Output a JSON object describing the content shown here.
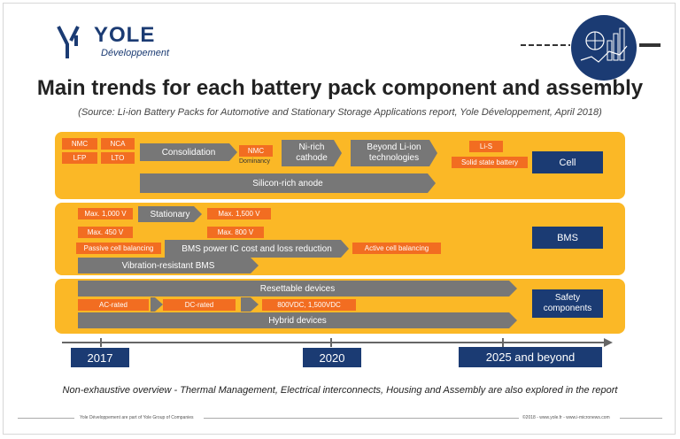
{
  "logo": {
    "name": "YOLE",
    "sub": "Développement"
  },
  "title": "Main trends for each battery pack component and assembly",
  "source": "(Source: Li-ion Battery Packs for Automotive and Stationary Storage Applications report, Yole Développement, April 2018)",
  "cell": {
    "label": "Cell",
    "nmc": "NMC",
    "nca": "NCA",
    "lfp": "LFP",
    "lto": "LTO",
    "consolidation": "Consolidation",
    "nmc2": "NMC",
    "dominancy": "Dominancy",
    "nirich1": "Ni-rich",
    "nirich2": "cathode",
    "beyond1": "Beyond Li-ion",
    "beyond2": "technologies",
    "lis": "Li-S",
    "solid": "Solid state battery",
    "silicon": "Silicon-rich anode"
  },
  "bms": {
    "label": "BMS",
    "max1000": "Max. 1,000 V",
    "stationary": "Stationary",
    "max1500": "Max. 1,500 V",
    "max450": "Max. 450 V",
    "max800": "Max. 800 V",
    "passive": "Passive cell balancing",
    "poweric": "BMS power IC cost and loss reduction",
    "active": "Active cell balancing",
    "vibration": "Vibration-resistant BMS"
  },
  "safety": {
    "label1": "Safety",
    "label2": "components",
    "resettable": "Resettable devices",
    "acrated": "AC-rated",
    "dcrated": "DC-rated",
    "vdc": "800VDC, 1,500VDC",
    "hybrid": "Hybrid devices"
  },
  "timeline": {
    "y2017": "2017",
    "y2020": "2020",
    "y2025": "2025 and beyond"
  },
  "note": "Non-exhaustive overview - Thermal Management, Electrical interconnects, Housing and Assembly are also explored in the report",
  "footer": {
    "left": "Yole Développement are part of Yole Group of Companies",
    "right": "©2018 - www.yole.fr - www.i-micronews.com"
  }
}
